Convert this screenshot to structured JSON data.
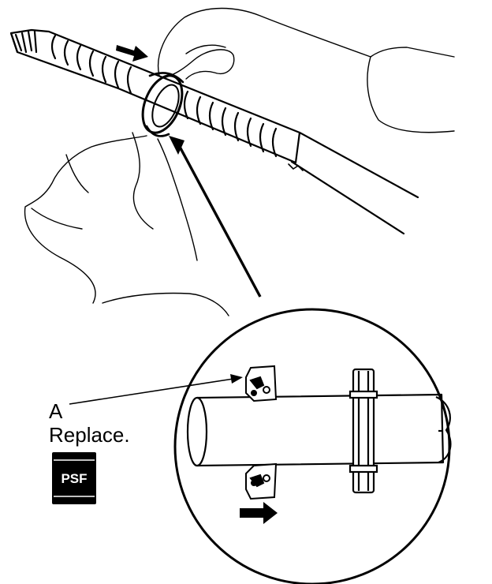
{
  "callout": {
    "letter": "A",
    "instruction": "Replace."
  },
  "fluid_badge": {
    "label": "PSF",
    "background": "#000000",
    "text_color": "#ffffff"
  },
  "icons": [
    "direction-arrow-icon",
    "psf-fluid-icon"
  ]
}
